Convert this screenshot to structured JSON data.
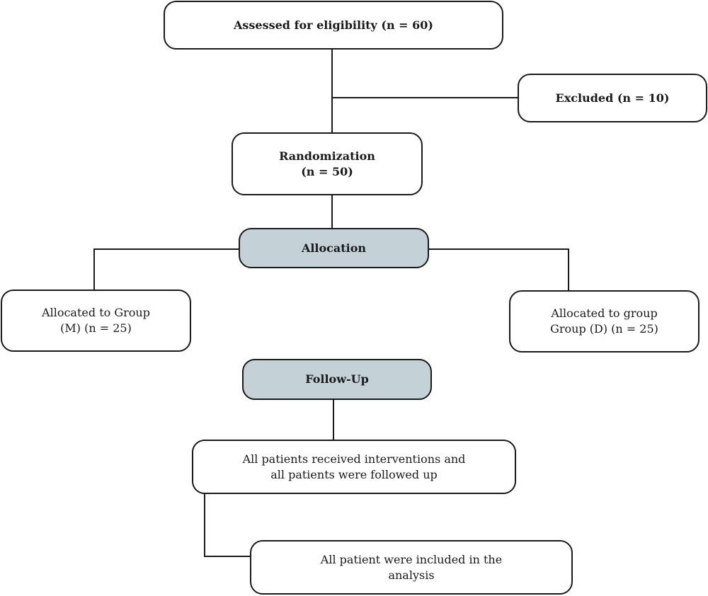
{
  "diagram": {
    "assessed": {
      "line1": "Assessed for eligibility (n = 60)"
    },
    "excluded": {
      "line1": "Excluded (n = 10)"
    },
    "randomization": {
      "line1": "Randomization",
      "line2": "(n = 50)"
    },
    "allocation": {
      "line1": "Allocation"
    },
    "group_m": {
      "line1": "Allocated to Group",
      "line2": "(M) (n = 25)"
    },
    "group_d": {
      "line1": "Allocated to group",
      "line2": "Group (D) (n = 25)"
    },
    "follow_up": {
      "line1": "Follow-Up"
    },
    "interventions": {
      "line1": "All patients received interventions and",
      "line2": "all patients were followed up"
    },
    "analysis": {
      "line1": "All patient were included in the",
      "line2": "analysis"
    }
  },
  "colors": {
    "stroke": "#1a1a1a",
    "shaded_fill": "#c4d2d8",
    "background": "#ffffff"
  }
}
